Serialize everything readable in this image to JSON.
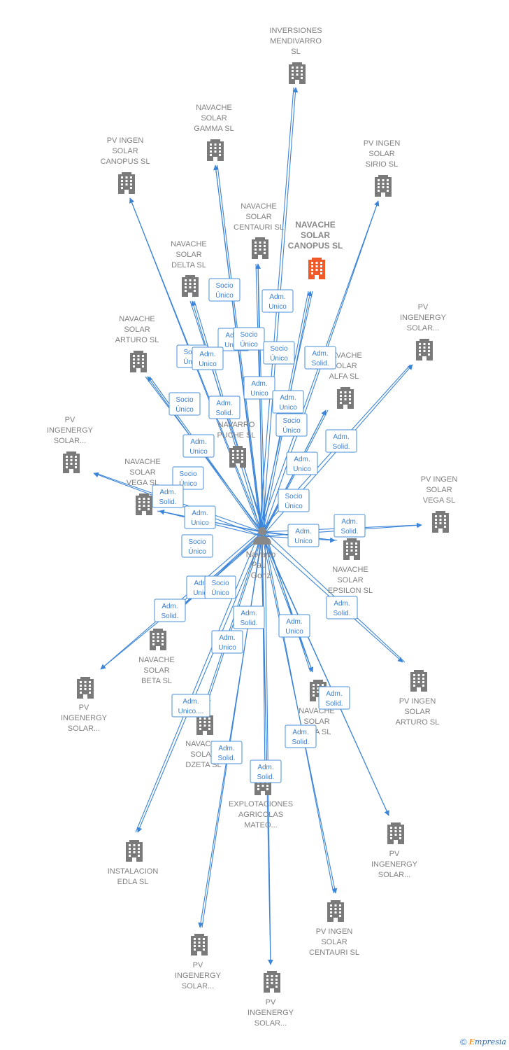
{
  "colors": {
    "edge": "#3b84d8",
    "building": "#7a7a7a",
    "building_highlight": "#f05a28",
    "person": "#888888"
  },
  "center": {
    "name_lines": [
      "Navarro",
      "Pau",
      "Gonz"
    ],
    "icon": "person-icon"
  },
  "nodes": [
    {
      "id": "inv-mendivarro",
      "lines": [
        "INVERSIONES",
        "MENDIVARRO",
        "SL"
      ]
    },
    {
      "id": "nav-gamma",
      "lines": [
        "NAVACHE",
        "SOLAR",
        "GAMMA  SL"
      ]
    },
    {
      "id": "pv-canopus",
      "lines": [
        "PV INGEN",
        "SOLAR",
        "CANOPUS  SL"
      ]
    },
    {
      "id": "pv-sirio",
      "lines": [
        "PV INGEN",
        "SOLAR",
        "SIRIO  SL"
      ]
    },
    {
      "id": "nav-centauri",
      "lines": [
        "NAVACHE",
        "SOLAR",
        "CENTAURI  SL"
      ]
    },
    {
      "id": "nav-canopus",
      "lines": [
        "NAVACHE",
        "SOLAR",
        "CANOPUS  SL"
      ],
      "highlight": true
    },
    {
      "id": "nav-delta",
      "lines": [
        "NAVACHE",
        "SOLAR",
        "DELTA  SL"
      ]
    },
    {
      "id": "pv-ingenergy-1",
      "lines": [
        "PV",
        "INGENERGY",
        "SOLAR..."
      ]
    },
    {
      "id": "nav-arturo",
      "lines": [
        "NAVACHE",
        "SOLAR",
        "ARTURO  SL"
      ]
    },
    {
      "id": "nav-alfa",
      "lines": [
        "NAVACHE",
        "SOLAR",
        "ALFA  SL"
      ]
    },
    {
      "id": "navarro-puche",
      "lines": [
        "NAVARRO",
        "PUCHE SL"
      ]
    },
    {
      "id": "pv-ingenergy-2",
      "lines": [
        "PV",
        "INGENERGY",
        "SOLAR..."
      ]
    },
    {
      "id": "nav-vega",
      "lines": [
        "NAVACHE",
        "SOLAR",
        "VEGA  SL"
      ]
    },
    {
      "id": "pv-vega",
      "lines": [
        "PV INGEN",
        "SOLAR",
        "VEGA  SL"
      ]
    },
    {
      "id": "nav-epsilon",
      "lines": [
        "NAVACHE",
        "SOLAR",
        "EPSILON  SL"
      ]
    },
    {
      "id": "nav-beta",
      "lines": [
        "NAVACHE",
        "SOLAR",
        "BETA  SL"
      ]
    },
    {
      "id": "pv-ingenergy-3",
      "lines": [
        "PV",
        "INGENERGY",
        "SOLAR..."
      ]
    },
    {
      "id": "pv-arturo",
      "lines": [
        "PV INGEN",
        "SOLAR",
        "ARTURO  SL"
      ]
    },
    {
      "id": "nav-iota",
      "lines": [
        "NAVACHE",
        "SOLAR",
        "IOTA  SL"
      ]
    },
    {
      "id": "nav-dzeta",
      "lines": [
        "NAVACHE",
        "SOLAR",
        "DZETA  SL"
      ]
    },
    {
      "id": "explotaciones",
      "lines": [
        "EXPLOTACIONES",
        "AGRICOLAS",
        "MATEO..."
      ]
    },
    {
      "id": "pv-ingenergy-4",
      "lines": [
        "PV",
        "INGENERGY",
        "SOLAR..."
      ]
    },
    {
      "id": "instalacion-edla",
      "lines": [
        "INSTALACION",
        "EDLA  SL"
      ]
    },
    {
      "id": "pv-centauri",
      "lines": [
        "PV INGEN",
        "SOLAR",
        "CENTAURI  SL"
      ]
    },
    {
      "id": "pv-ingenergy-5",
      "lines": [
        "PV",
        "INGENERGY",
        "SOLAR..."
      ]
    },
    {
      "id": "pv-ingenergy-6",
      "lines": [
        "PV",
        "INGENERGY",
        "SOLAR..."
      ]
    }
  ],
  "relations": [
    {
      "lines": [
        "Adm.",
        "Unico"
      ],
      "target": "inv-mendivarro"
    },
    {
      "lines": [
        "Socio",
        "Único"
      ],
      "target": "nav-gamma"
    },
    {
      "lines": [
        "Adm.",
        "Unico"
      ],
      "target": "nav-gamma"
    },
    {
      "lines": [
        "Socio",
        "Único"
      ],
      "target": "nav-centauri"
    },
    {
      "lines": [
        "Adm.",
        "Unico"
      ],
      "target": "nav-centauri"
    },
    {
      "lines": [
        "Socio",
        "Único"
      ],
      "target": "nav-canopus"
    },
    {
      "lines": [
        "Adm.",
        "Unico"
      ],
      "target": "nav-canopus"
    },
    {
      "lines": [
        "Adm.",
        "Solid."
      ],
      "target": "pv-canopus"
    },
    {
      "lines": [
        "Socio",
        "Único"
      ],
      "target": "nav-delta"
    },
    {
      "lines": [
        "Adm.",
        "Unico"
      ],
      "target": "nav-delta"
    },
    {
      "lines": [
        "Adm.",
        "Solid."
      ],
      "target": "pv-sirio"
    },
    {
      "lines": [
        "Socio",
        "Único"
      ],
      "target": "nav-arturo"
    },
    {
      "lines": [
        "Adm.",
        "Unico"
      ],
      "target": "nav-arturo"
    },
    {
      "lines": [
        "Socio",
        "Único"
      ],
      "target": "nav-alfa"
    },
    {
      "lines": [
        "Adm.",
        "Unico"
      ],
      "target": "nav-alfa"
    },
    {
      "lines": [
        "Adm.",
        "Solid."
      ],
      "target": "pv-ingenergy-1"
    },
    {
      "lines": [
        "Socio",
        "Único"
      ],
      "target": "nav-vega"
    },
    {
      "lines": [
        "Adm.",
        "Solid."
      ],
      "target": "pv-ingenergy-2"
    },
    {
      "lines": [
        "Adm.",
        "Unico"
      ],
      "target": "nav-vega"
    },
    {
      "lines": [
        "Socio",
        "Único"
      ],
      "target": "nav-epsilon"
    },
    {
      "lines": [
        "Adm.",
        "Unico"
      ],
      "target": "nav-epsilon"
    },
    {
      "lines": [
        "Adm.",
        "Solid."
      ],
      "target": "pv-vega"
    },
    {
      "lines": [
        "Socio",
        "Único"
      ],
      "target": "nav-beta"
    },
    {
      "lines": [
        "Adm.",
        "Unico"
      ],
      "target": "nav-beta"
    },
    {
      "lines": [
        "Socio",
        "Único"
      ],
      "target": "nav-iota"
    },
    {
      "lines": [
        "Adm.",
        "Solid."
      ],
      "target": "pv-ingenergy-3"
    },
    {
      "lines": [
        "Adm.",
        "Solid."
      ],
      "target": "explotaciones"
    },
    {
      "lines": [
        "Adm.",
        "Unico"
      ],
      "target": "nav-dzeta"
    },
    {
      "lines": [
        "Adm.",
        "Unico"
      ],
      "target": "nav-iota"
    },
    {
      "lines": [
        "Adm.",
        "Solid."
      ],
      "target": "pv-arturo"
    },
    {
      "lines": [
        "Adm.",
        "Unico...."
      ],
      "target": "instalacion-edla"
    },
    {
      "lines": [
        "Adm.",
        "Solid."
      ],
      "target": "pv-ingenergy-4"
    },
    {
      "lines": [
        "Adm.",
        "Solid."
      ],
      "target": "pv-ingenergy-5"
    },
    {
      "lines": [
        "Adm.",
        "Solid."
      ],
      "target": "pv-centauri"
    },
    {
      "lines": [
        "Adm.",
        "Solid."
      ],
      "target": "pv-ingenergy-6"
    }
  ],
  "footer": {
    "copyright": "©",
    "brand_first": "E",
    "brand_rest": "mpresia"
  }
}
